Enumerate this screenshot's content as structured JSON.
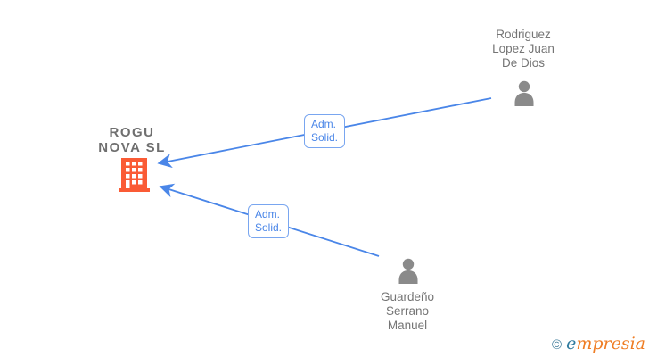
{
  "diagram": {
    "company": {
      "name": "ROGU NOVA SL",
      "lines": [
        "ROGU",
        "NOVA SL"
      ],
      "icon": "building-icon",
      "icon_color": "#fa5b35"
    },
    "persons": [
      {
        "name": "Rodriguez Lopez Juan De Dios",
        "lines": [
          "Rodriguez",
          "Lopez Juan",
          "De Dios"
        ],
        "icon": "person-icon",
        "icon_color": "#8a8a8a"
      },
      {
        "name": "Guardeño Serrano Manuel",
        "lines": [
          "Guardeño",
          "Serrano",
          "Manuel"
        ],
        "icon": "person-icon",
        "icon_color": "#8a8a8a"
      }
    ],
    "edges": [
      {
        "label": "Adm.\nSolid.",
        "from": "Rodriguez Lopez Juan De Dios",
        "to": "ROGU NOVA SL"
      },
      {
        "label": "Adm.\nSolid.",
        "from": "Guardeño Serrano Manuel",
        "to": "ROGU NOVA SL"
      }
    ],
    "colors": {
      "edge_blue": "#4a86e8",
      "edge_label_border": "#79a6f0",
      "building_orange": "#fa5b35",
      "person_gray": "#8a8a8a",
      "text_gray": "#757575"
    }
  },
  "footer": {
    "copyright_symbol": "©",
    "brand_first_letter": "e",
    "brand_rest": "mpresia",
    "brand_blue": "#2f7a9e",
    "brand_orange": "#ef7d24"
  }
}
